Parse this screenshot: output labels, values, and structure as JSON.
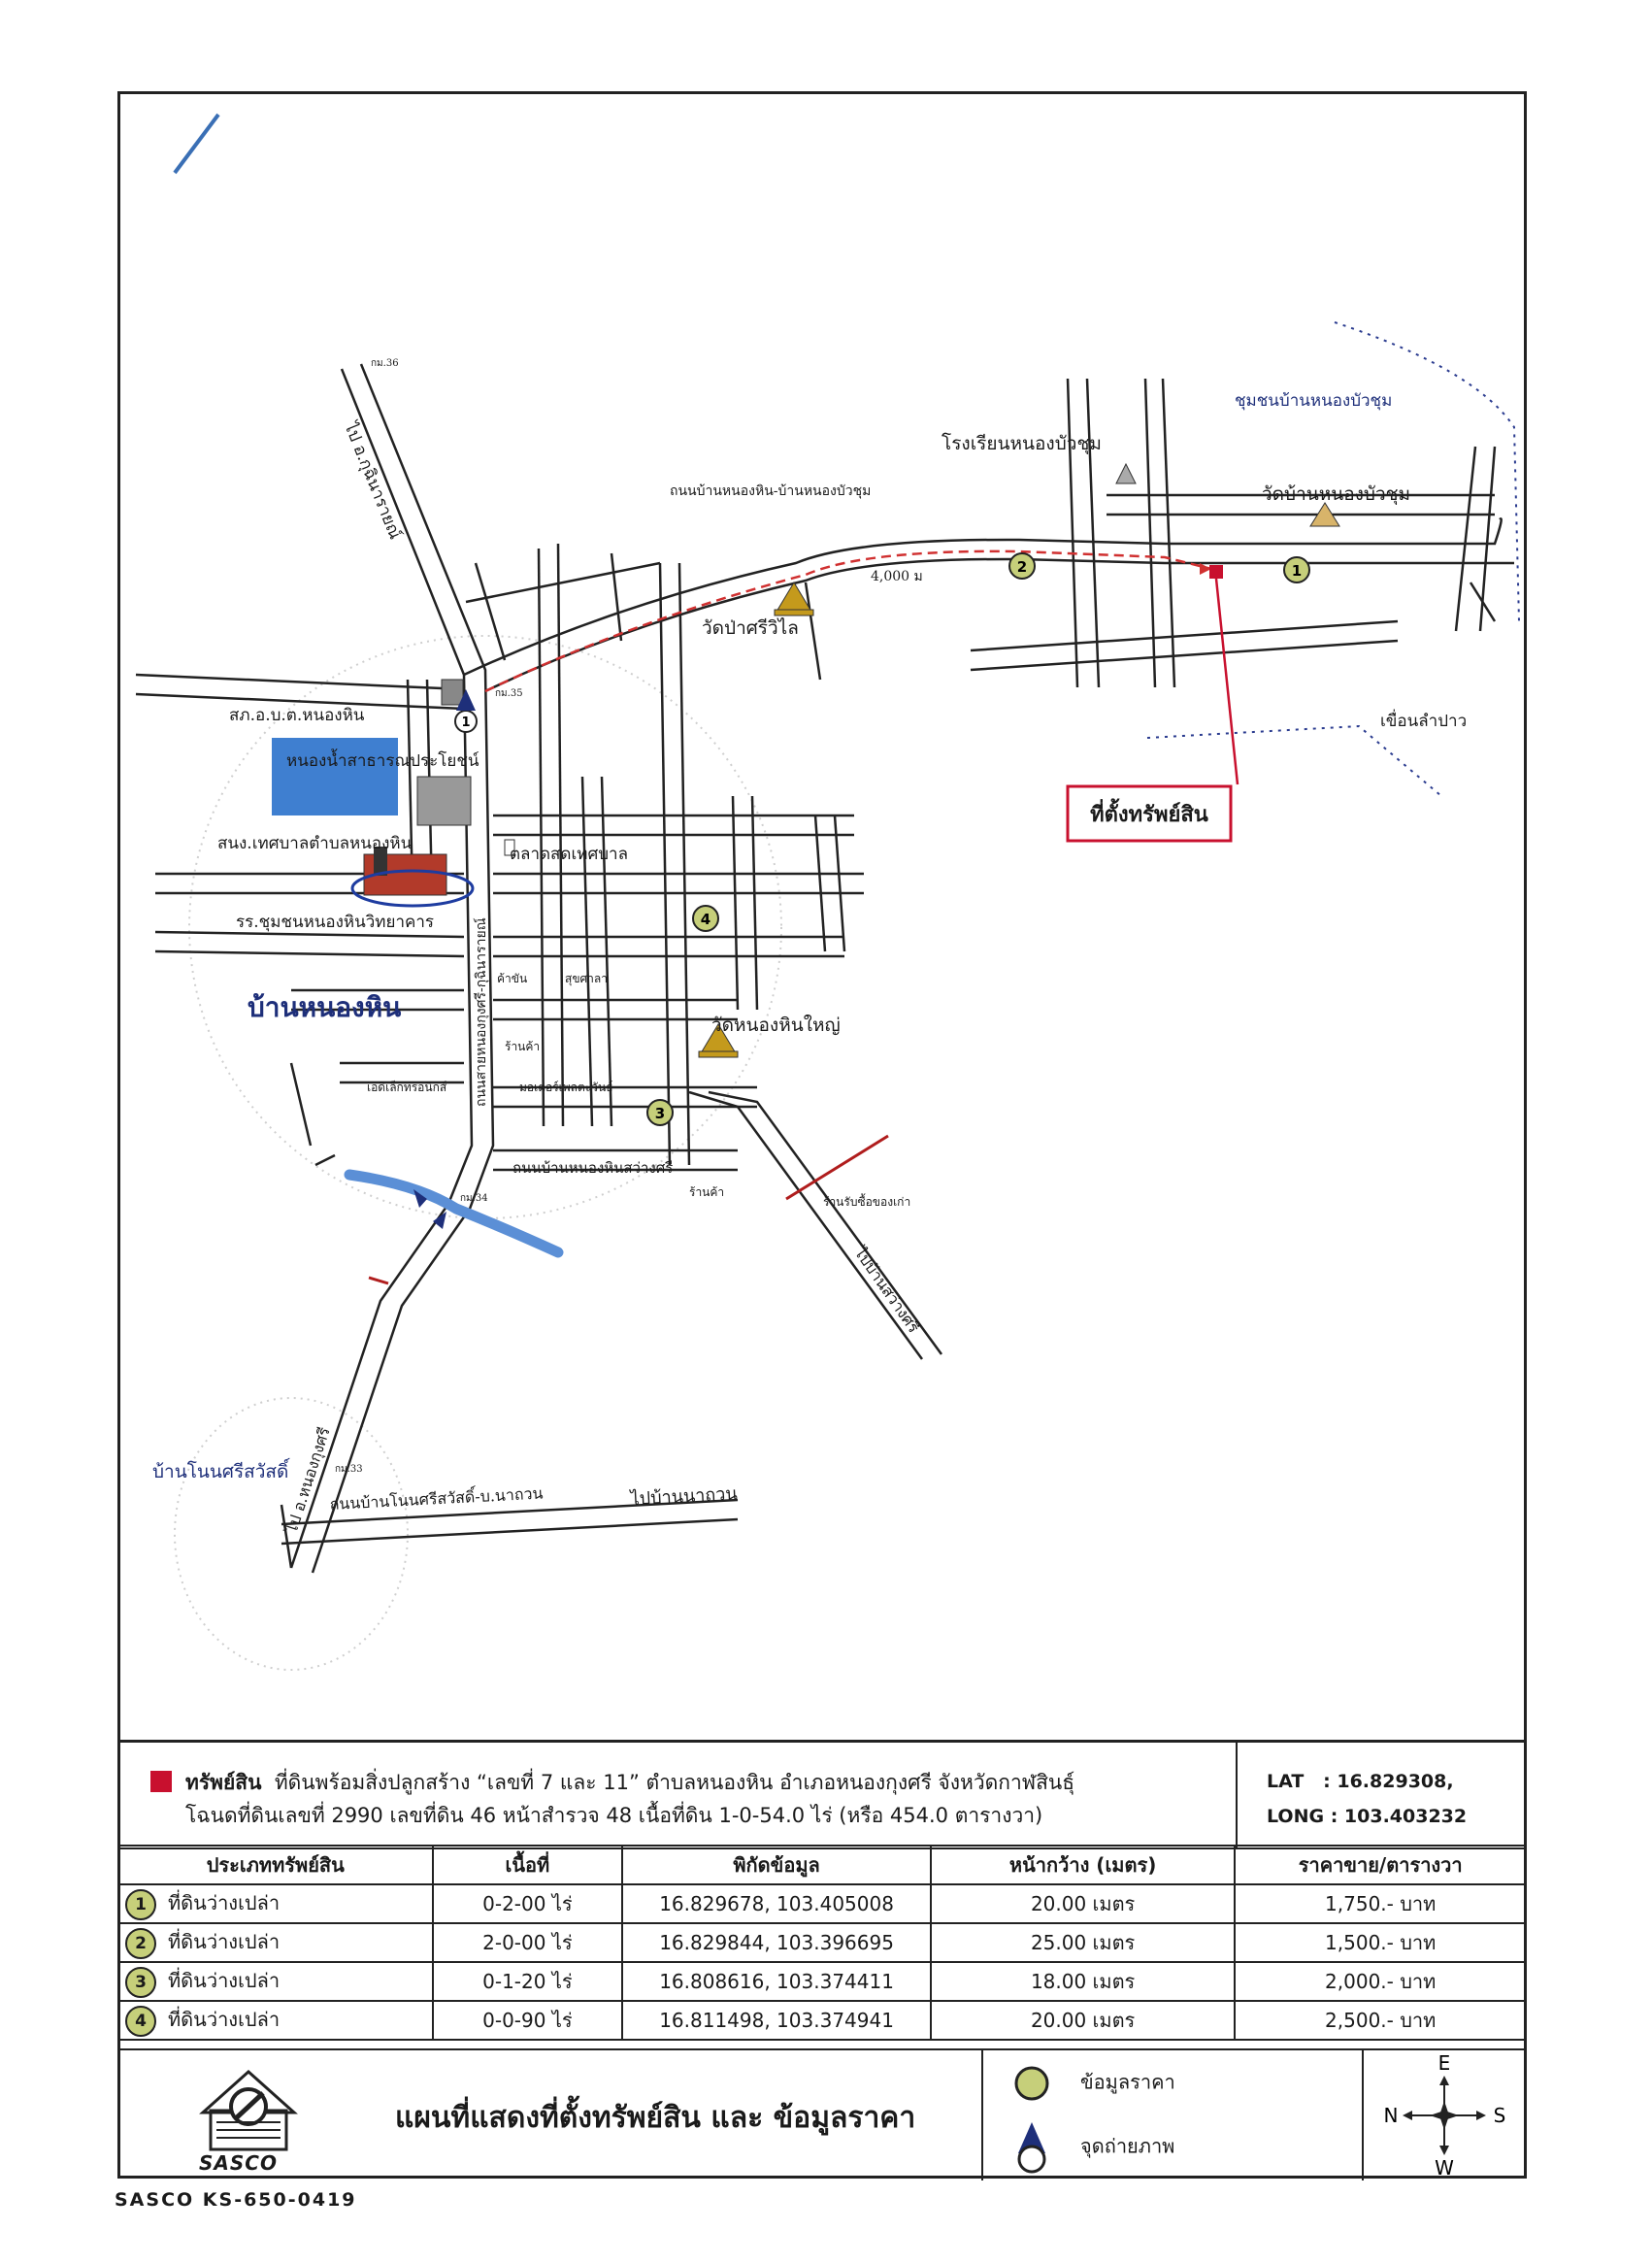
{
  "map": {
    "village_north_label": "ชุมชนบ้านหนองบัวชุม",
    "school_north_label": "โรงเรียนหนองบัวชุม",
    "temple_north_label": "วัดบ้านหนองบัวชุม",
    "road_label": "ถนนบ้านหนองหิน-บ้านหนองบัวชุม",
    "distance_label": "4,000 ม",
    "temple_label_1": "วัดป่าศรีวิไล",
    "reservoir_label": "เขื่อนลำปาว",
    "asset_location_label": "ที่ตั้งทรัพย์สิน",
    "road_to_kalasin": "ไป อ.กุฉินารายณ์",
    "police_label": "สภ.อ.บ.ต.หนองหิน",
    "pond_label": "หนองน้ำสาธารณประโยชน์",
    "municipality_label": "สนง.เทศบาลตำบลหนองหิน",
    "market_label": "ตลาดสดเทศบาล",
    "school_label": "รร.ชุมชนหนองหินวิทยาคาร",
    "village_main_label": "บ้านหนองหิน",
    "shop_label_1": "ค้าขัน",
    "shop_label_2": "สุขศาลา",
    "shop_label_3": "ร้านค้า",
    "shop_label_4": "เอดิเล็กทรอนิกส์",
    "shop_label_5": "มอเตอร์เพลตะวันธ์",
    "temple_label_2": "วัดหนองหินใหญ่",
    "road_label_2": "ถนนบ้านหนองหินสว่างศรี",
    "shop_label_6": "ร้านค้า",
    "shop_label_7": "ร้านรับซื้อของเก่า",
    "road_to_sawang": "ไปบ้านสว่างศรี",
    "village_south_label": "บ้านโนนศรีสวัสดิ์",
    "road_label_3": "ถนนบ้านโนนศรีสวัสดิ์-บ.นาถวน",
    "road_to_nakhuan": "ไปบ้านนาถวน",
    "road_south": "ไป อ.หนองกุงศรี",
    "km_marker_1": "กม.36",
    "km_marker_2": "กม.35",
    "km_marker_3": "กม.34",
    "km_marker_4": "กม.33",
    "road_main_vertical": "ถนนสายหนองกุงศรี-กุฉินารายณ์",
    "colors": {
      "asset": "#c8102e",
      "price_marker": "#c6cf7a",
      "pond": "#3f7fd0",
      "river": "#5b8fd6",
      "route": "#d03030",
      "blue_text": "#1e2f7a"
    }
  },
  "asset": {
    "title": "ทรัพย์สิน",
    "line1": "ที่ดินพร้อมสิ่งปลูกสร้าง “เลขที่ 7 และ 11” ตำบลหนองหิน อำเภอหนองกุงศรี จังหวัดกาฬสินธุ์",
    "line2": "โฉนดที่ดินเลขที่ 2990 เลขที่ดิน 46 หน้าสำรวจ 48 เนื้อที่ดิน 1-0-54.0 ไร่ (หรือ 454.0 ตารางวา)",
    "lat_label": "LAT",
    "lat_value": ": 16.829308,",
    "long_label": "LONG",
    "long_value": ": 103.403232"
  },
  "table": {
    "headers": [
      "ประเภททรัพย์สิน",
      "เนื้อที่",
      "พิกัดข้อมูล",
      "หน้ากว้าง (เมตร)",
      "ราคาขาย/ตารางวา"
    ],
    "rows": [
      {
        "no": "1",
        "type": "ที่ดินว่างเปล่า",
        "area": "0-2-00 ไร่",
        "coord": "16.829678, 103.405008",
        "width": "20.00 เมตร",
        "price": "1,750.- บาท"
      },
      {
        "no": "2",
        "type": "ที่ดินว่างเปล่า",
        "area": "2-0-00 ไร่",
        "coord": "16.829844, 103.396695",
        "width": "25.00 เมตร",
        "price": "1,500.- บาท"
      },
      {
        "no": "3",
        "type": "ที่ดินว่างเปล่า",
        "area": "0-1-20 ไร่",
        "coord": "16.808616, 103.374411",
        "width": "18.00 เมตร",
        "price": "2,000.- บาท"
      },
      {
        "no": "4",
        "type": "ที่ดินว่างเปล่า",
        "area": "0-0-90 ไร่",
        "coord": "16.811498, 103.374941",
        "width": "20.00 เมตร",
        "price": "2,500.- บาท"
      }
    ]
  },
  "footer": {
    "logo_text": "SASCO",
    "title": "แผนที่แสดงที่ตั้งทรัพย์สิน และ ข้อมูลราคา",
    "legend_price": "ข้อมูลราคา",
    "legend_photo": "จุดถ่ายภาพ",
    "compass_n": "N",
    "compass_e": "E",
    "compass_s": "S",
    "compass_w": "W"
  },
  "doc_code": "SASCO KS-650-0419"
}
